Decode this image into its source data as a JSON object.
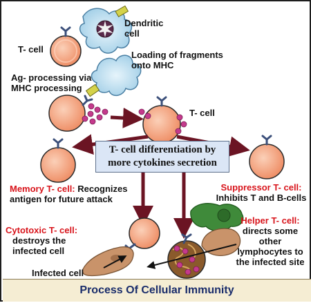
{
  "labels": {
    "dendritic_cell": "Dendritic\ncell",
    "t_cell_top_left": "T- cell",
    "loading": "Loading of fragments\nonto MHC",
    "ag_processing": "Ag- processing via\nMHC processing",
    "t_cell_center": "T- cell",
    "differentiation": "T- cell differentiation by\nmore cytokines secretion",
    "memory_title": "Memory T- cell:",
    "memory_desc": "Recognizes",
    "memory_desc2": "antigen for future attack",
    "suppressor_title": "Suppressor T- cell:",
    "suppressor_desc": "Inhibits T and B-cells",
    "cytotoxic_title": "Cytotoxic T- cell:",
    "cytotoxic_desc": "destroys the\ninfected cell",
    "infected_cell": "Infected cell",
    "helper_title": "Helper T- cell:",
    "helper_desc": "directs some\nother\nlymphocytes to\nthe infected site"
  },
  "footer": {
    "title": "Process Of Cellular Immunity"
  },
  "colors": {
    "cell_fill": "#f4a582",
    "cell_outline": "#2b2b2b",
    "receptor": "#3b4f7a",
    "antigen": "#c43a8c",
    "dendritic": "#b8dcef",
    "arrow": "#6b1423",
    "helper_green": "#3f8a3a",
    "tan": "#c9936a",
    "highlight_red": "#d8141b"
  }
}
